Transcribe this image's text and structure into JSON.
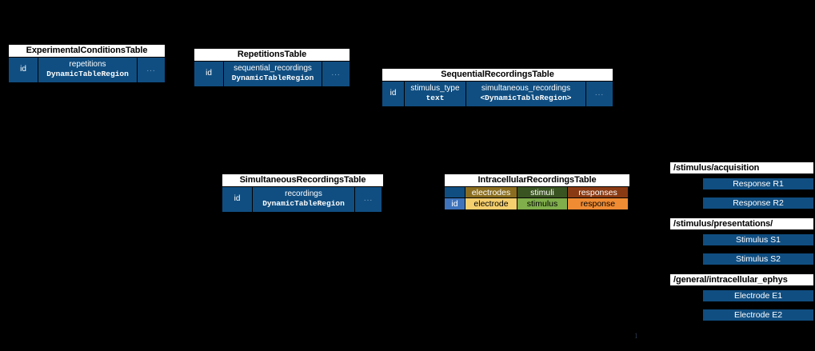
{
  "background_color": "#000000",
  "accent_blue": "#104e81",
  "tables": [
    {
      "name": "experimental-conditions-table",
      "title": "ExperimentalConditionsTable",
      "columns": [
        {
          "name": "id",
          "type": ""
        },
        {
          "name": "repetitions",
          "type": "DynamicTableRegion"
        },
        {
          "name": "...",
          "type": ""
        }
      ]
    },
    {
      "name": "repetitions-table",
      "title": "RepetitionsTable",
      "columns": [
        {
          "name": "id",
          "type": ""
        },
        {
          "name": "sequential_recordings",
          "type": "DynamicTableRegion"
        },
        {
          "name": "...",
          "type": ""
        }
      ]
    },
    {
      "name": "sequential-recordings-table",
      "title": "SequentialRecordingsTable",
      "columns": [
        {
          "name": "id",
          "type": ""
        },
        {
          "name": "stimulus_type",
          "type": "text"
        },
        {
          "name": "simultaneous_recordings",
          "type": "<DynamicTableRegion>"
        },
        {
          "name": "...",
          "type": ""
        }
      ]
    },
    {
      "name": "simultaneous-recordings-table",
      "title": "SimultaneousRecordingsTable",
      "columns": [
        {
          "name": "id",
          "type": ""
        },
        {
          "name": "recordings",
          "type": "DynamicTableRegion"
        },
        {
          "name": "...",
          "type": ""
        }
      ]
    }
  ],
  "intracellular_recordings_table": {
    "title": "IntracellularRecordingsTable",
    "category_row": [
      {
        "label": "",
        "color": "#104e81",
        "text_color": "#ffffff"
      },
      {
        "label": "electrodes",
        "color": "#8a6d1f",
        "text_color": "#ffffff"
      },
      {
        "label": "stimuli",
        "color": "#3a5421",
        "text_color": "#ffffff"
      },
      {
        "label": "responses",
        "color": "#8a3a12",
        "text_color": "#ffffff"
      }
    ],
    "column_row": [
      {
        "label": "id",
        "color": "#3f74bd",
        "text_color": "#ffffff"
      },
      {
        "label": "electrode",
        "color": "#f5cf6e",
        "text_color": "#000000"
      },
      {
        "label": "stimulus",
        "color": "#7fae4b",
        "text_color": "#000000"
      },
      {
        "label": "response",
        "color": "#ef8b33",
        "text_color": "#000000"
      }
    ]
  },
  "panels": [
    {
      "name": "stimulus-acquisition-panel",
      "header": "/stimulus/acquisition",
      "items": [
        "Response R1",
        "Response R2"
      ]
    },
    {
      "name": "stimulus-presentations-panel",
      "header": "/stimulus/presentations/",
      "items": [
        "Stimulus S1",
        "Stimulus S2"
      ]
    },
    {
      "name": "general-intracellular-ephys-panel",
      "header": "/general/intracellular_ephys",
      "items": [
        "Electrode E1",
        "Electrode E2"
      ]
    }
  ],
  "page_marker": "1"
}
